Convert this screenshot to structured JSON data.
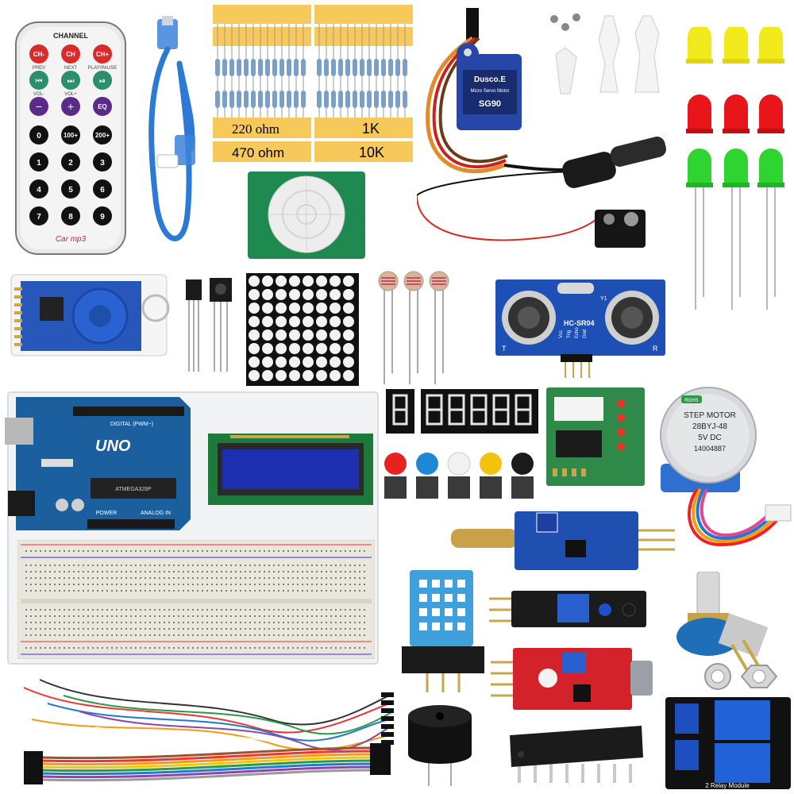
{
  "remote": {
    "header": "CHANNEL",
    "row1": [
      "CH-",
      "CH",
      "CH+"
    ],
    "row1_sub": [
      "PREV",
      "NEXT",
      "PLAY/PAUSE"
    ],
    "row2_sub": [
      "VOL-",
      "VOL+"
    ],
    "eq": "EQ",
    "keys": [
      "0",
      "100+",
      "200+",
      "1",
      "2",
      "3",
      "4",
      "5",
      "6",
      "7",
      "8",
      "9"
    ],
    "brand": "Car mp3"
  },
  "resistors": {
    "labels": [
      "220 ohm",
      "1K",
      "470 ohm",
      "10K"
    ],
    "tape_color": "#f6c95a"
  },
  "servo": {
    "brand": "Dusco.E",
    "subtitle": "Micro Servo Motor",
    "model": "SG90"
  },
  "ultrasonic": {
    "model": "HC-SR04",
    "crystal": "Y1",
    "pins": [
      "Vcc",
      "Trig",
      "Echo",
      "Gnd"
    ],
    "side_labels": [
      "T",
      "R"
    ]
  },
  "uno": {
    "logo": "UNO",
    "digital_label": "DIGITAL (PWM~)",
    "power_label": "POWER",
    "analog_label": "ANALOG IN",
    "chip": "ATMEGA328P"
  },
  "stepper": {
    "line1": "STEP MOTOR",
    "line2": "28BYJ-48",
    "line3": "5V DC",
    "code": "14004887",
    "badge": "ROHS"
  },
  "relay": {
    "label": "2 Relay Module"
  },
  "leds": {
    "colors": [
      "#f2ea1d",
      "#e8151b",
      "#2fd431"
    ]
  },
  "buttons": {
    "colors": [
      "#e8231f",
      "#1e88d6",
      "#f2f2f2",
      "#f4c20d",
      "#1b1b1b"
    ]
  }
}
